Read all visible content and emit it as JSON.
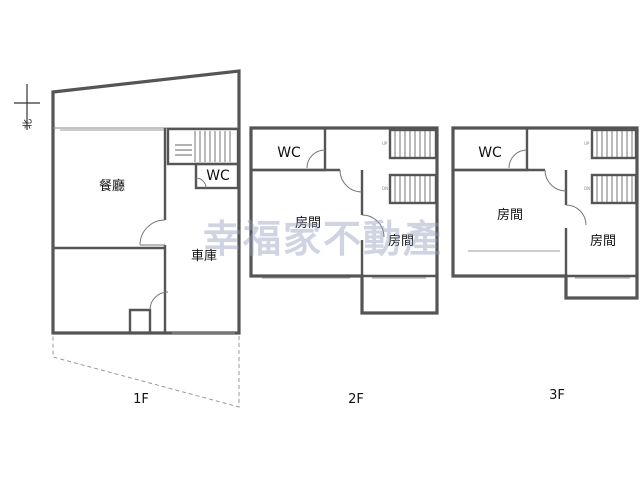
{
  "north_label": "北",
  "watermark": "幸福家不動產",
  "floors": [
    {
      "id": "1f",
      "label": "1F",
      "rooms": [
        "餐廳",
        "車庫",
        "WC"
      ]
    },
    {
      "id": "2f",
      "label": "2F",
      "rooms": [
        "WC",
        "房間",
        "房間"
      ]
    },
    {
      "id": "3f",
      "label": "3F",
      "rooms": [
        "WC",
        "房間",
        "房間"
      ]
    }
  ],
  "stair_marks": [
    "UP",
    "DN"
  ],
  "colors": {
    "wall": "#555555",
    "watermark": "#96a0be"
  }
}
